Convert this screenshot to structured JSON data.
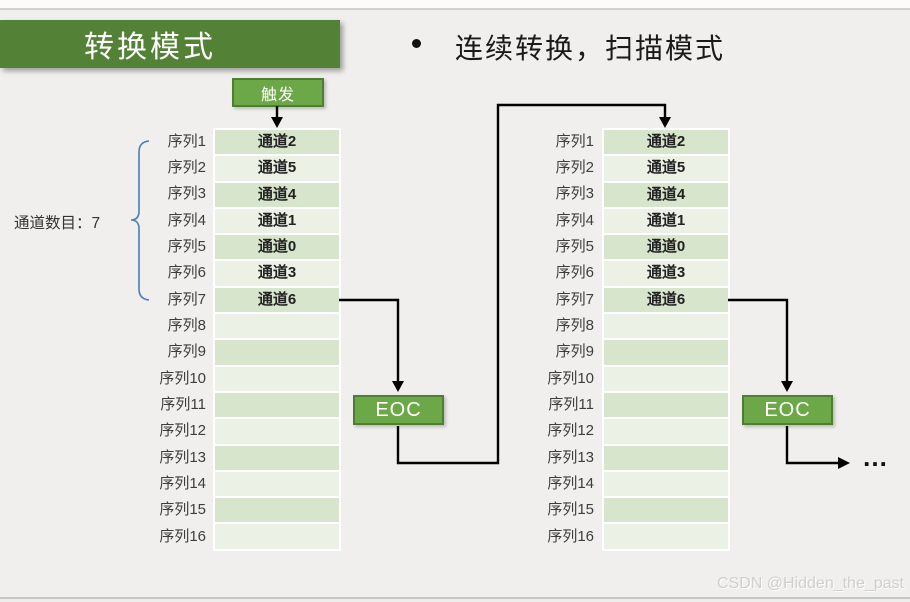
{
  "page": {
    "title": "转换模式",
    "bullet": "连续转换，扫描模式",
    "watermark": "CSDN @Hidden_the_past"
  },
  "labels": {
    "trigger": "触发",
    "eoc": "EOC",
    "channel_count": "通道数目：7",
    "ellipsis": "…"
  },
  "columns": [
    {
      "name": "scan-pass-1",
      "rows": [
        {
          "seq": "序列1",
          "channel": "通道2"
        },
        {
          "seq": "序列2",
          "channel": "通道5"
        },
        {
          "seq": "序列3",
          "channel": "通道4"
        },
        {
          "seq": "序列4",
          "channel": "通道1"
        },
        {
          "seq": "序列5",
          "channel": "通道0"
        },
        {
          "seq": "序列6",
          "channel": "通道3"
        },
        {
          "seq": "序列7",
          "channel": "通道6"
        },
        {
          "seq": "序列8",
          "channel": ""
        },
        {
          "seq": "序列9",
          "channel": ""
        },
        {
          "seq": "序列10",
          "channel": ""
        },
        {
          "seq": "序列11",
          "channel": ""
        },
        {
          "seq": "序列12",
          "channel": ""
        },
        {
          "seq": "序列13",
          "channel": ""
        },
        {
          "seq": "序列14",
          "channel": ""
        },
        {
          "seq": "序列15",
          "channel": ""
        },
        {
          "seq": "序列16",
          "channel": ""
        }
      ]
    },
    {
      "name": "scan-pass-2",
      "rows": [
        {
          "seq": "序列1",
          "channel": "通道2"
        },
        {
          "seq": "序列2",
          "channel": "通道5"
        },
        {
          "seq": "序列3",
          "channel": "通道4"
        },
        {
          "seq": "序列4",
          "channel": "通道1"
        },
        {
          "seq": "序列5",
          "channel": "通道0"
        },
        {
          "seq": "序列6",
          "channel": "通道3"
        },
        {
          "seq": "序列7",
          "channel": "通道6"
        },
        {
          "seq": "序列8",
          "channel": ""
        },
        {
          "seq": "序列9",
          "channel": ""
        },
        {
          "seq": "序列10",
          "channel": ""
        },
        {
          "seq": "序列11",
          "channel": ""
        },
        {
          "seq": "序列12",
          "channel": ""
        },
        {
          "seq": "序列13",
          "channel": ""
        },
        {
          "seq": "序列14",
          "channel": ""
        },
        {
          "seq": "序列15",
          "channel": ""
        },
        {
          "seq": "序列16",
          "channel": ""
        }
      ]
    }
  ],
  "colors": {
    "banner_green": "#538135",
    "box_green": "#6ca748",
    "box_border_green": "#4e7e32",
    "cell_dark": "#d8e5cd",
    "cell_light": "#ecf1e5",
    "brace_blue": "#4a7ebb",
    "background": "#f0efed"
  }
}
